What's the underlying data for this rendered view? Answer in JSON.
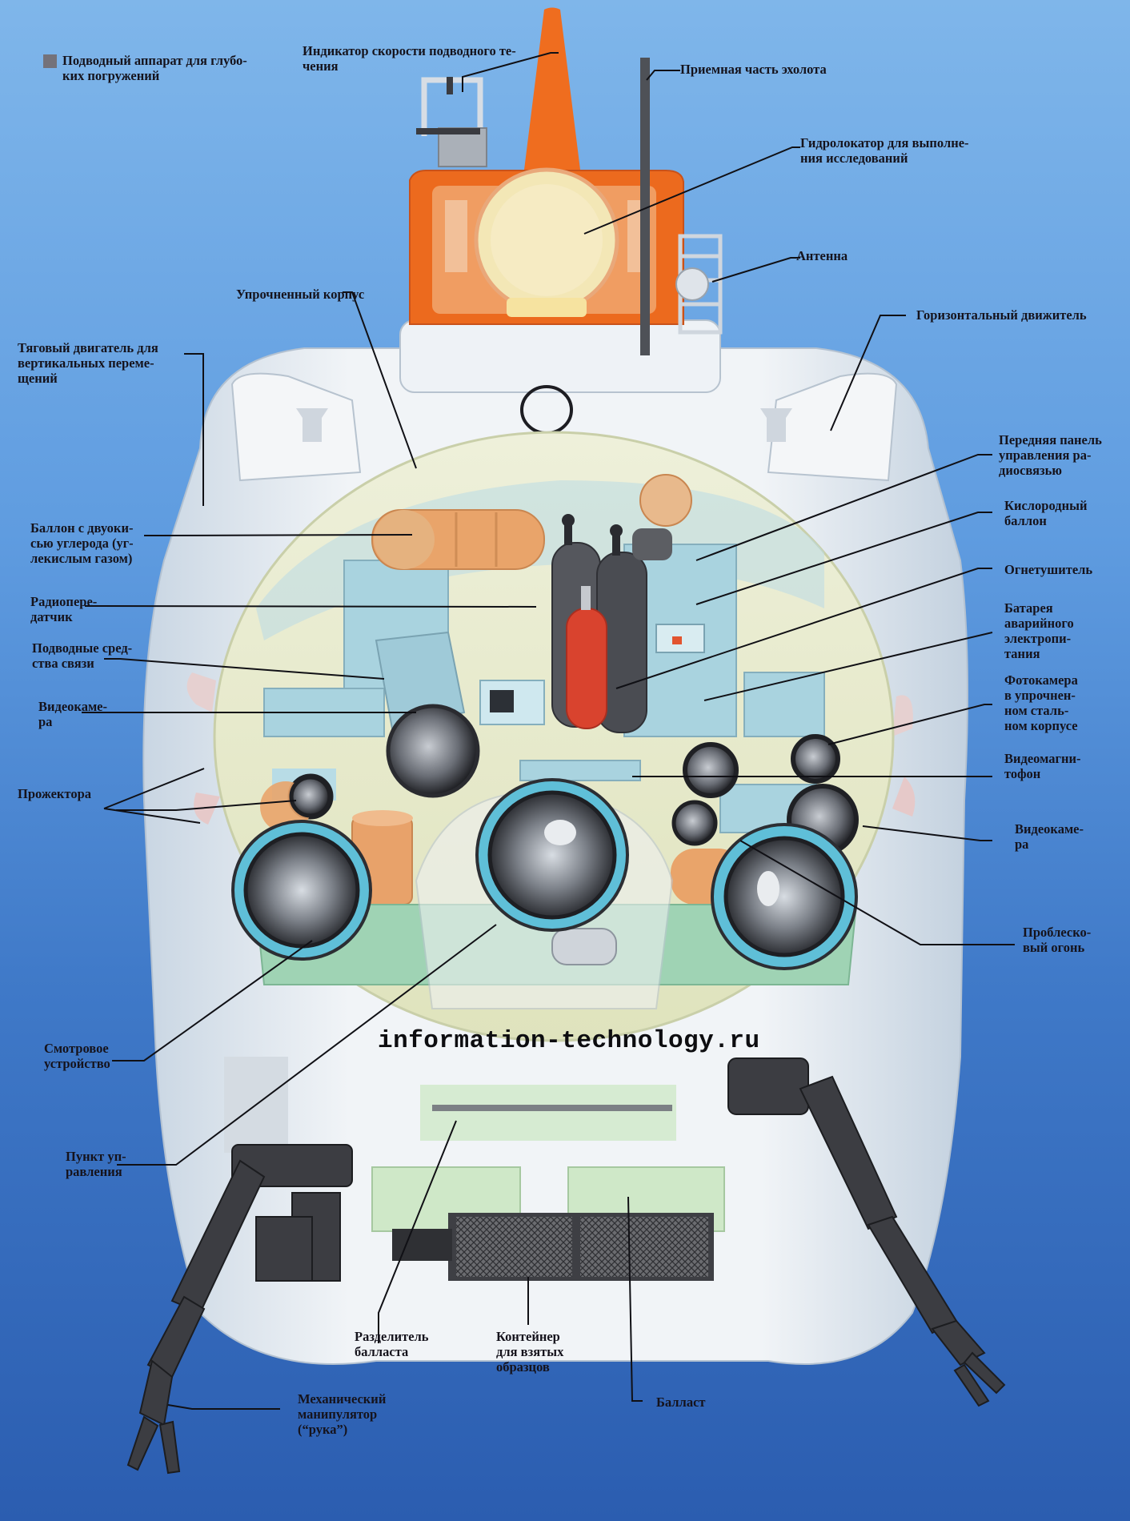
{
  "title": "Подводный аппарат для глубо-\nких погружений",
  "watermark": "information-technology.ru",
  "labels": {
    "speed_indicator": "Индикатор скорости подводного те-\nчения",
    "echo_receiver": "Приемная часть эхолота",
    "research_sonar": "Гидролокатор для выполне-\nния исследований",
    "antenna": "Антенна",
    "pressure_hull": "Упрочненный корпус",
    "horizontal_thruster": "Горизонтальный движитель",
    "vertical_thruster": "Тяговый двигатель для\nвертикальных переме-\nщений",
    "radio_panel": "Передняя панель\nуправления ра-\nдиосвязью",
    "co2_tank": "Баллон с двуоки-\nсью углерода (уг-\nлекислым газом)",
    "oxygen_tank": "Кислородный\nбаллон",
    "extinguisher": "Огнетушитель",
    "radio_transmitter": "Радиопере-\nдатчик",
    "emergency_battery": "Батарея\nаварийного\nэлектропи-\nтания",
    "underwater_comms": "Подводные сред-\nства связи",
    "photo_camera": "Фотокамера\nв упрочнен-\nном сталь-\nном корпусе",
    "video_camera_left": "Видеокаме-\nра",
    "video_recorder": "Видеомагни-\nтофон",
    "searchlights": "Прожектора",
    "video_camera_right": "Видеокаме-\nра",
    "flashing_light": "Проблеско-\nвый огонь",
    "viewing_device": "Смотровое\nустройство",
    "control_station": "Пункт уп-\nравления",
    "ballast_separator": "Разделитель\nбалласта",
    "sample_container": "Контейнер\nдля взятых\nобразцов",
    "ballast": "Балласт",
    "manipulator": "Механический\nманипулятор\n(“рука”)"
  },
  "colors": {
    "background_top": "#7fb6ea",
    "background_bottom": "#2b5db0",
    "hull_white": "#e9eef3",
    "sail_orange": "#ec6a1e",
    "sphere_cream": "#e7ebc8",
    "equipment_blue": "#a9d3df",
    "console_green": "#9fd3b4",
    "tank_orange": "#e9a46a",
    "oxygen_gray": "#55575d",
    "extinguisher_red": "#d9432e",
    "port_ring": "#5fbfd8",
    "manipulator_gray": "#3c3d42"
  }
}
